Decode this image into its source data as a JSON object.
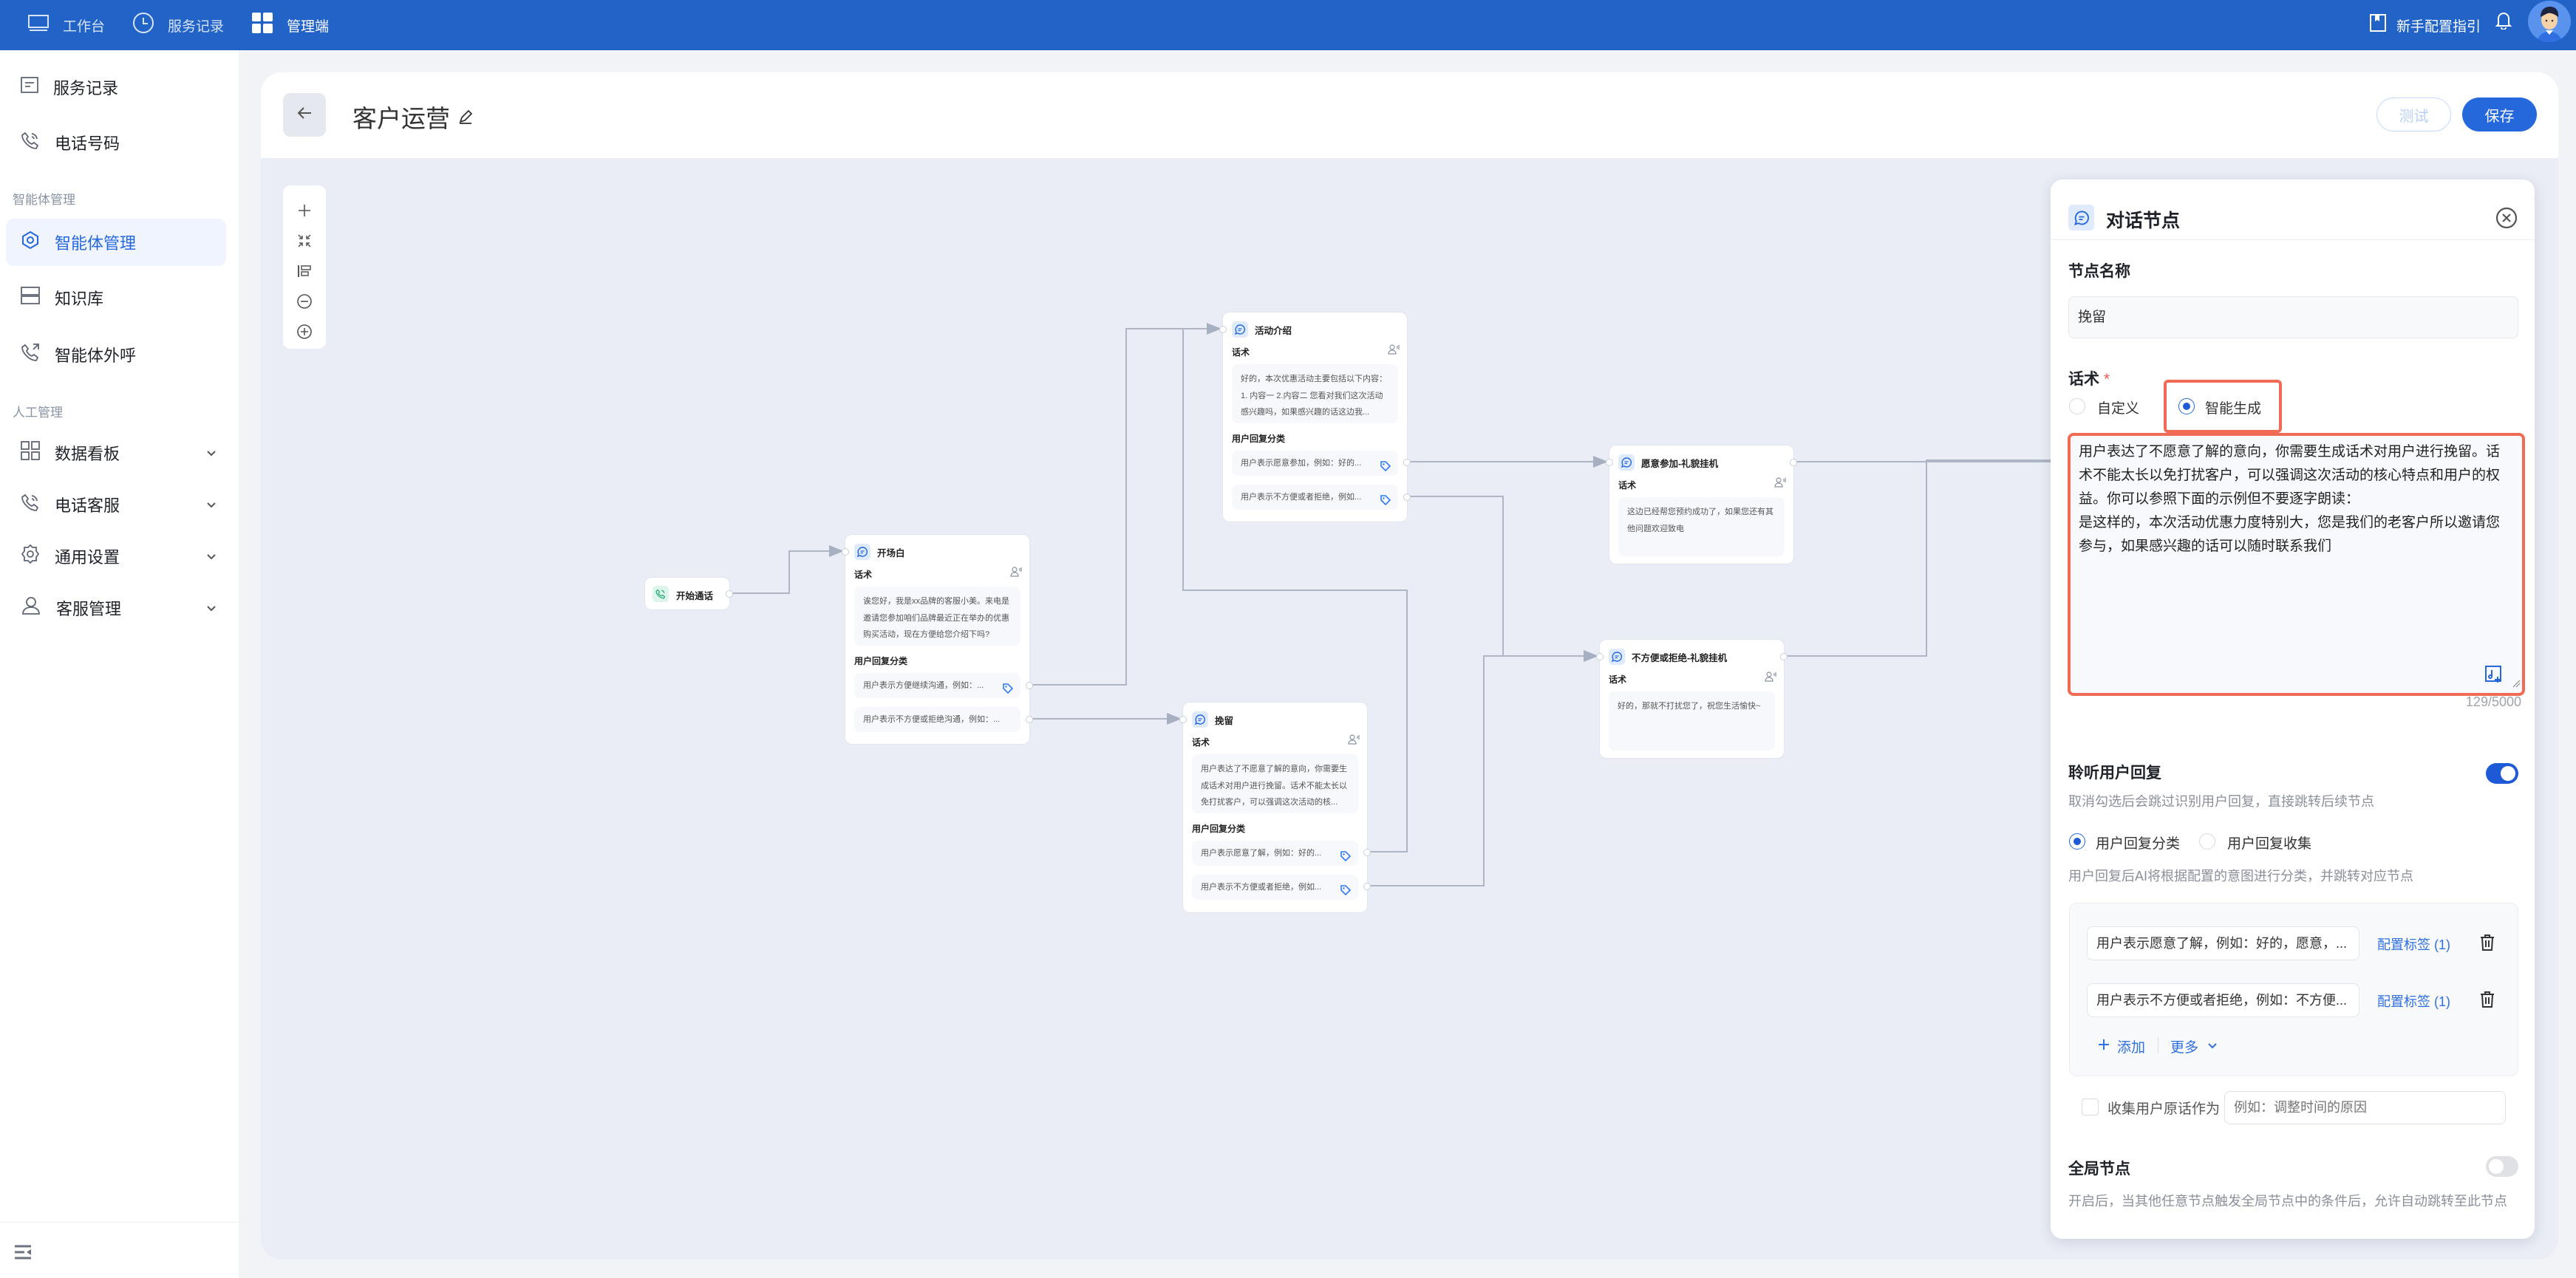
{
  "topnav": {
    "items": [
      {
        "label": "工作台",
        "icon": "monitor-icon"
      },
      {
        "label": "服务记录",
        "icon": "clock-icon"
      },
      {
        "label": "管理端",
        "icon": "grid-icon",
        "active": true
      }
    ],
    "guide_label": "新手配置指引"
  },
  "sidebar": {
    "items": [
      {
        "label": "服务记录"
      },
      {
        "label": "电话号码"
      },
      {
        "label": "智能体管理",
        "active": true
      },
      {
        "label": "知识库"
      },
      {
        "label": "智能体外呼"
      },
      {
        "label": "数据看板"
      },
      {
        "label": "电话客服"
      },
      {
        "label": "通用设置"
      },
      {
        "label": "客服管理"
      }
    ],
    "sections": [
      "智能体管理",
      "人工管理"
    ]
  },
  "header": {
    "title": "客户运营",
    "test_label": "测试",
    "save_label": "保存"
  },
  "nodes": {
    "start": {
      "title": "开始通话"
    },
    "opening": {
      "title": "开场白",
      "script_label": "话术",
      "script": "诶您好，我是xx品牌的客服小美。来电是邀请您参加咱们品牌最近正在举办的优惠购买活动，现在方便给您介绍下吗?",
      "reply_label": "用户回复分类",
      "replies": [
        "用户表示方便继续沟通，例如：...",
        "用户表示不方便或拒绝沟通，例如：..."
      ]
    },
    "intro": {
      "title": "活动介绍",
      "script_label": "话术",
      "script": "好的，本次优惠活动主要包括以下内容：1. 内容一  2.内容二   您看对我们这次活动感兴趣吗，如果感兴趣的话这边我...",
      "reply_label": "用户回复分类",
      "replies": [
        "用户表示愿意参加，例如：好的...",
        "用户表示不方便或者拒绝，例如..."
      ]
    },
    "retain": {
      "title": "挽留",
      "script_label": "话术",
      "script": "用户表达了不愿意了解的意向，你需要生成话术对用户进行挽留。话术不能太长以免打扰客户，可以强调这次活动的核...",
      "reply_label": "用户回复分类",
      "replies": [
        "用户表示愿意了解，例如：好的...",
        "用户表示不方便或者拒绝，例如..."
      ]
    },
    "accept": {
      "title": "愿意参加-礼貌挂机",
      "script_label": "话术",
      "script": "这边已经帮您预约成功了，如果您还有其他问题欢迎致电"
    },
    "decline": {
      "title": "不方便或拒绝-礼貌挂机",
      "script_label": "话术",
      "script": "好的，那就不打扰您了，祝您生活愉快~"
    }
  },
  "panel": {
    "title": "对话节点",
    "name_label": "节点名称",
    "name_value": "挽留",
    "script_label": "话术",
    "required_mark": "*",
    "mode_options": [
      "自定义",
      "智能生成"
    ],
    "mode_selected": "智能生成",
    "script_value": "用户表达了不愿意了解的意向，你需要生成话术对用户进行挽留。话术不能太长以免打扰客户，可以强调这次活动的核心特点和用户的权益。你可以参照下面的示例但不要逐字朗读：\n是这样的，本次活动优惠力度特别大，您是我们的老客户所以邀请您参与，如果感兴趣的话可以随时联系我们",
    "char_count": "129/5000",
    "listen_label": "聆听用户回复",
    "listen_on": true,
    "listen_desc": "取消勾选后会跳过识别用户回复，直接跳转后续节点",
    "reply_modes": [
      "用户回复分类",
      "用户回复收集"
    ],
    "reply_mode_selected": "用户回复分类",
    "reply_desc": "用户回复后AI将根据配置的意图进行分类，并跳转对应节点",
    "intents": [
      {
        "value": "用户表示愿意了解，例如：好的，愿意，...",
        "tag_label": "配置标签 (1)"
      },
      {
        "value": "用户表示不方便或者拒绝，例如：不方便...",
        "tag_label": "配置标签 (1)"
      }
    ],
    "add_label": "添加",
    "more_label": "更多",
    "collect_label": "收集用户原话作为",
    "collect_checked": false,
    "collect_placeholder": "例如：调整时间的原因",
    "global_label": "全局节点",
    "global_on": false,
    "global_desc": "开启后，当其他任意节点触发全局节点中的条件后，允许自动跳转至此节点"
  },
  "colors": {
    "topbar": "#2163c6",
    "primary": "#2468dc",
    "highlight": "#f06a55",
    "canvas": "#eaedf5"
  }
}
